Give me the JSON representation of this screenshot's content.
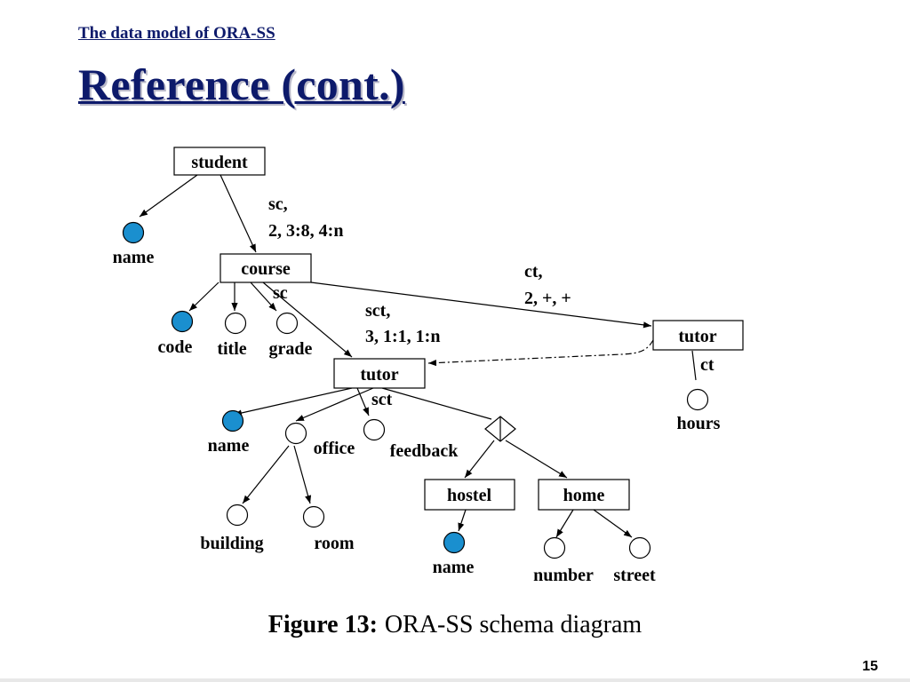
{
  "slide": {
    "header": "The data model of ORA-SS",
    "title": "Reference (cont.)",
    "page_number": "15"
  },
  "diagram": {
    "objects": {
      "student": "student",
      "course": "course",
      "tutor_ref": "tutor",
      "tutor_top": "tutor",
      "hostel": "hostel",
      "home": "home"
    },
    "attributes": {
      "student_name": "name",
      "code": "code",
      "title": "title",
      "grade": "grade",
      "tutor_name": "name",
      "office": "office",
      "feedback": "feedback",
      "building": "building",
      "room": "room",
      "hostel_name": "name",
      "number": "number",
      "street": "street",
      "hours": "hours"
    },
    "edge_labels": {
      "sc_name": "sc,",
      "sc_card": "2, 3:8, 4:n",
      "sc_attr": "sc",
      "sct_name": "sct,",
      "sct_card": "3, 1:1, 1:n",
      "sct_attr": "sct",
      "ct_name": "ct,",
      "ct_card": "2, +, +",
      "ct_attr": "ct"
    },
    "caption": {
      "prefix": "Figure 13:",
      "text": "ORA-SS schema diagram"
    }
  }
}
